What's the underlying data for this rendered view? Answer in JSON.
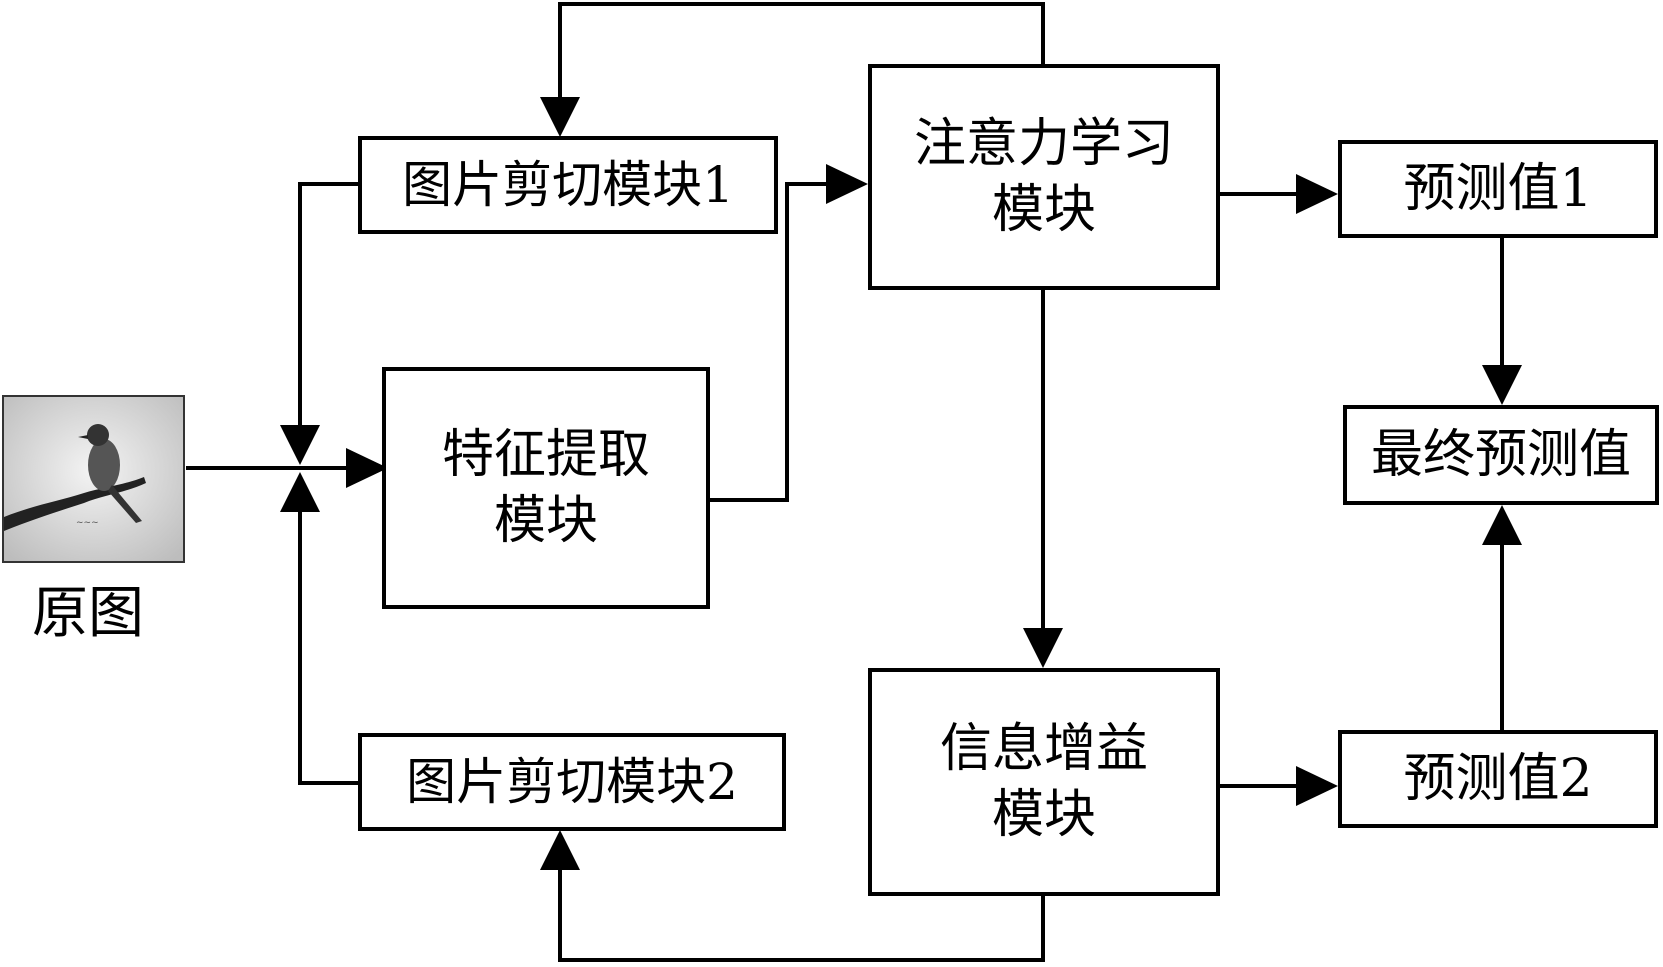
{
  "input": {
    "caption": "原图"
  },
  "modules": {
    "crop1": "图片剪切模块1",
    "crop2": "图片剪切模块2",
    "feature": {
      "line1": "特征提取",
      "line2": "模块"
    },
    "attention": {
      "line1": "注意力学习",
      "line2": "模块"
    },
    "info_gain": {
      "line1": "信息增益",
      "line2": "模块"
    },
    "pred1": "预测值1",
    "pred2": "预测值2",
    "final": "最终预测值"
  },
  "colors": {
    "line": "#000000",
    "background": "#ffffff"
  }
}
